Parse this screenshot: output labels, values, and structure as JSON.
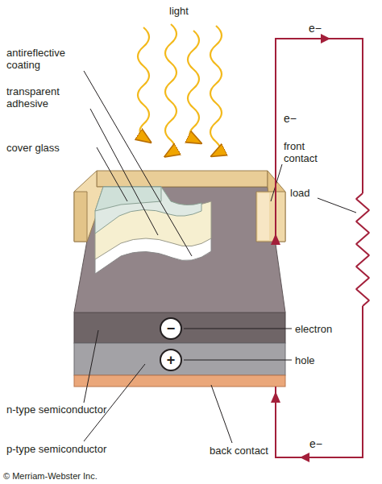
{
  "diagram": {
    "labels": [
      "light",
      "antireflective coating",
      "transparent adhesive",
      "cover glass",
      "front contact",
      "e−",
      "e−",
      "load",
      "−",
      "electron",
      "+",
      "hole",
      "n-type semiconductor",
      "p-type semiconductor",
      "back contact",
      "e−",
      "© Merriam-Webster Inc."
    ]
  }
}
